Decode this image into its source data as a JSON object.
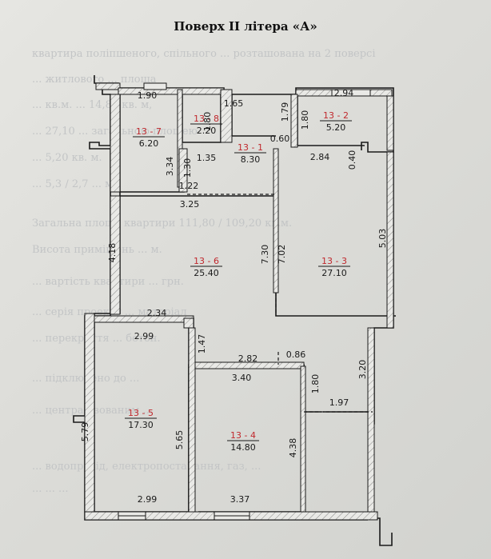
{
  "title": "Поверх ІІ літера «А»",
  "rooms": [
    {
      "key": "r7",
      "id": "13 - 7",
      "area": "6.20"
    },
    {
      "key": "r8",
      "id": "13 - 8",
      "area": "2.20"
    },
    {
      "key": "r1",
      "id": "13 - 1",
      "area": "8.30"
    },
    {
      "key": "r2",
      "id": "13 - 2",
      "area": "5.20"
    },
    {
      "key": "r6",
      "id": "13 - 6",
      "area": "25.40"
    },
    {
      "key": "r3",
      "id": "13 - 3",
      "area": "27.10"
    },
    {
      "key": "r5",
      "id": "13 - 5",
      "area": "17.30"
    },
    {
      "key": "r4",
      "id": "13 - 4",
      "area": "14.80"
    }
  ],
  "dims": [
    "1.90",
    "1.65",
    "1.79",
    "2.94",
    "1.80",
    "1.80",
    "0.60",
    "2.84",
    "0.40",
    "1.35",
    "1.30",
    "3.34",
    "1.22",
    "3.25",
    "5.03",
    "4.18",
    "7.30",
    "7.02",
    "2.34",
    "2.99",
    "1.47",
    "2.82",
    "0.86",
    "3.40",
    "3.20",
    "1.80",
    "1.97",
    "5.79",
    "5.65",
    "4.38",
    "2.99",
    "3.37"
  ]
}
